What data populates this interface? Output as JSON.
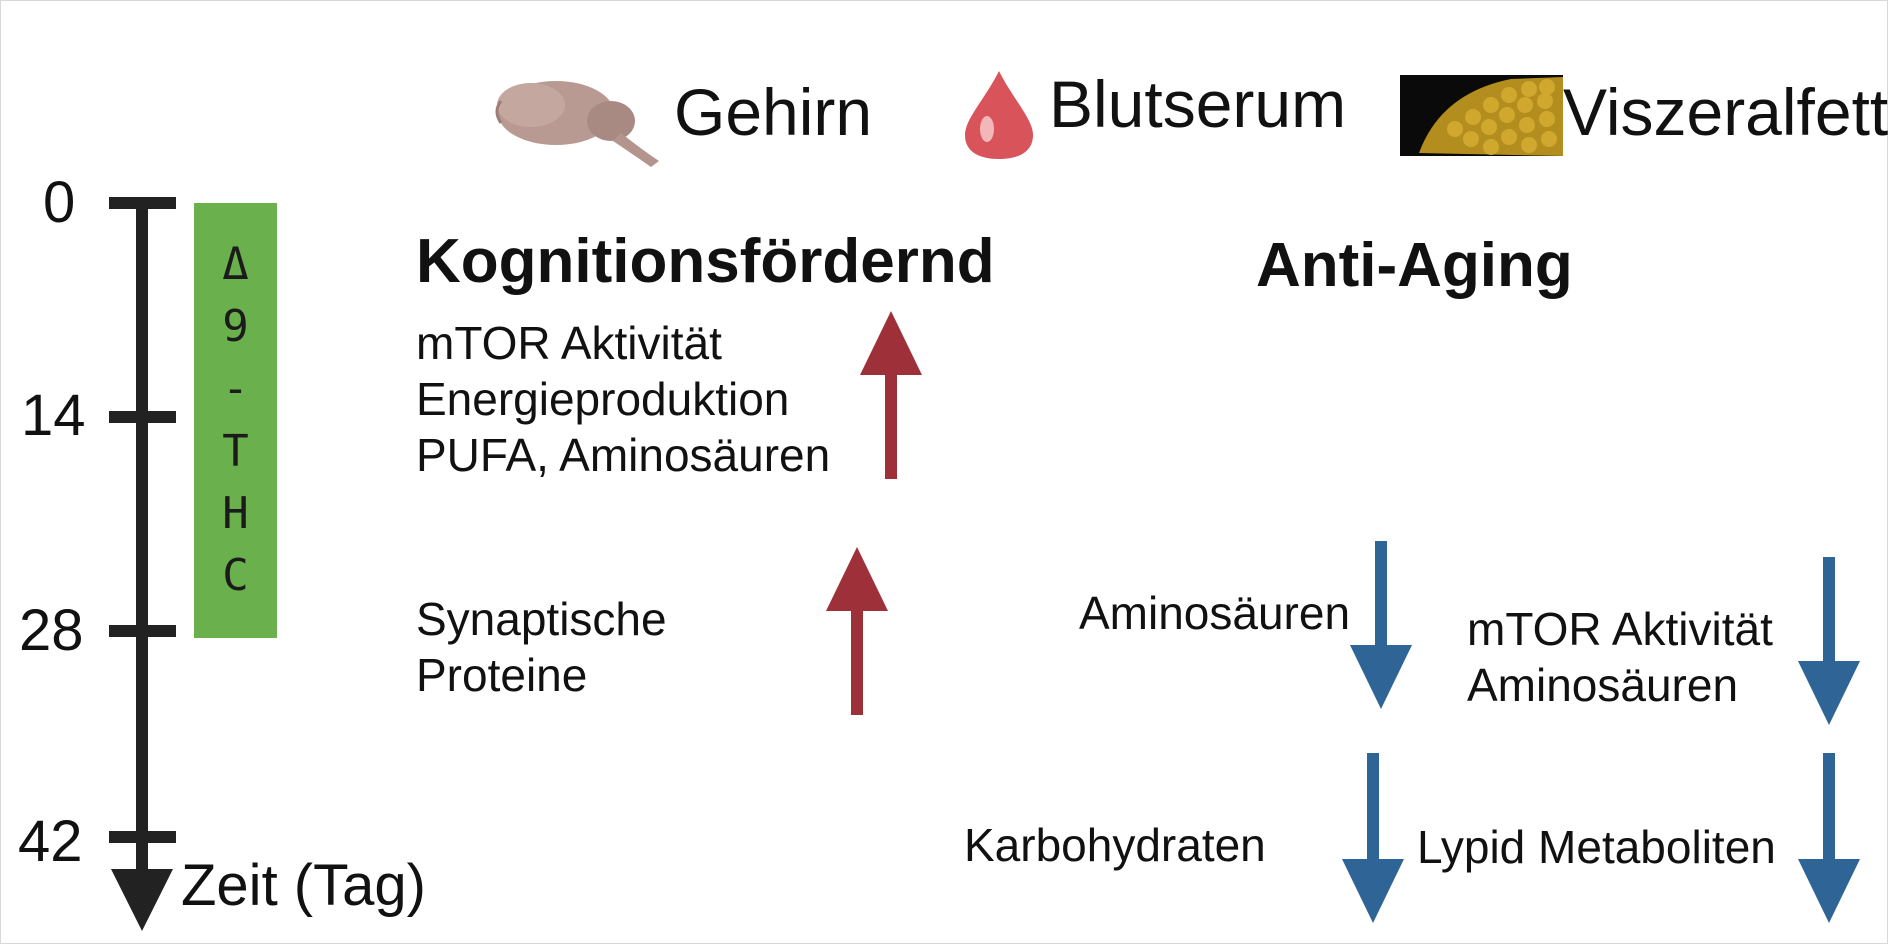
{
  "timeline": {
    "ticks": [
      "0",
      "14",
      "28",
      "42"
    ],
    "axis_label": "Zeit (Tag)",
    "treatment_chars": [
      "Δ",
      "9",
      "-",
      "T",
      "H",
      "C"
    ],
    "treatment_color": "#6ab04c"
  },
  "tissues": {
    "brain": {
      "label": "Gehirn",
      "icon": "brain-icon"
    },
    "serum": {
      "label": "Blutserum",
      "icon": "blood-drop-icon"
    },
    "fat": {
      "label": "Viszeralfett",
      "icon": "fat-tissue-icon"
    }
  },
  "headings": {
    "cognition": "Kognitionsfördernd",
    "anti_aging": "Anti-Aging"
  },
  "findings": {
    "brain_early": [
      "mTOR Aktivität",
      "Energieproduktion",
      "PUFA, Aminosäuren"
    ],
    "brain_late": [
      "Synaptische",
      "Proteine"
    ],
    "serum_day28": "Aminosäuren",
    "fat_day28": [
      "mTOR Aktivität",
      "Aminosäuren"
    ],
    "serum_day42": "Karbohydraten",
    "fat_day42": "Lypid Metaboliten"
  },
  "colors": {
    "up_arrow": "#9e3039",
    "down_arrow": "#2e6496",
    "timeline": "#222222"
  }
}
